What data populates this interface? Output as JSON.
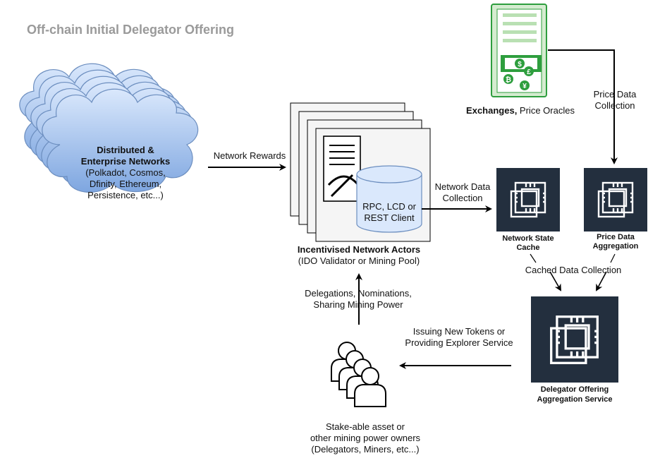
{
  "title": "Off-chain Initial Delegator Offering",
  "networks": {
    "heading1": "Distributed &",
    "heading2": "Enterprise Networks",
    "line1": "(Polkadot, Cosmos,",
    "line2": "Dfinity, Ethereum,",
    "line3": "Persistence, etc...)"
  },
  "edges": {
    "network_rewards": "Network Rewards",
    "network_data_1": "Network Data",
    "network_data_2": "Collection",
    "price_data_1": "Price Data",
    "price_data_2": "Collection",
    "cached_data": "Cached Data Collection",
    "delegations_1": "Delegations, Nominations,",
    "delegations_2": "Sharing Mining Power",
    "issuing_1": "Issuing New Tokens or",
    "issuing_2": "Providing Explorer Service"
  },
  "actors": {
    "client_1": "RPC, LCD or",
    "client_2": "REST Client",
    "name": "Incentivised Network Actors",
    "sub": "(IDO Validator or Mining Pool)"
  },
  "exchanges": {
    "bold": "Exchanges,",
    "rest": " Price Oracles",
    "symbols": [
      "$",
      "£",
      "₿",
      "¥"
    ]
  },
  "nodes": {
    "state_cache_1": "Network State",
    "state_cache_2": "Cache",
    "price_agg_1": "Price Data",
    "price_agg_2": "Aggregation",
    "service_1": "Delegator Offering",
    "service_2": "Aggregation Service"
  },
  "owners": {
    "line1": "Stake-able asset or",
    "line2": "other mining power owners",
    "line3": "(Delegators, Miners, etc...)"
  },
  "colors": {
    "cloud": "#7ea6e0",
    "cloud_stroke": "#6c8ebf",
    "chip_bg": "#232f3e",
    "green": "#2e9e3e",
    "green_light": "#d5ecd0",
    "cylinder": "#dae8fc",
    "title": "#9a9a9a"
  }
}
